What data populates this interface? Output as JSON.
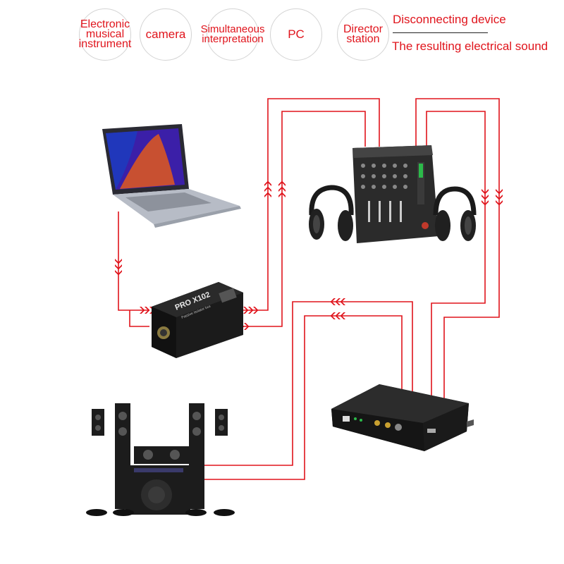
{
  "legend_circles": [
    {
      "label": "Electronic\nmusical\ninstrument"
    },
    {
      "label": "camera"
    },
    {
      "label": "Simultaneous\ninterpretation"
    },
    {
      "label": "PC"
    },
    {
      "label": "Director\nstation"
    }
  ],
  "legend": {
    "top_text": "Disconnecting device",
    "bottom_text": "The resulting electrical sound"
  },
  "devices": {
    "isolator_model": "PRO X102",
    "isolator_subtitle": "Passive isolator box"
  },
  "colors": {
    "wire": "#e0141c",
    "device_body": "#1b1b1b"
  }
}
